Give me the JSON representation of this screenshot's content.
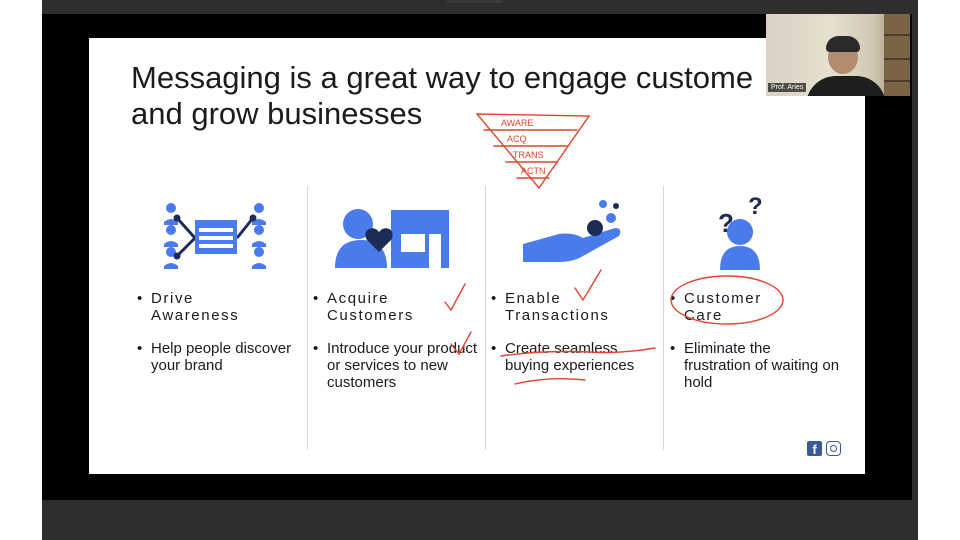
{
  "presenter": {
    "name_label": "Prof. Aries"
  },
  "slide": {
    "title_line1": "Messaging is a great way to engage custome",
    "title_line2": "and grow businesses",
    "columns": [
      {
        "heading_line1": "Drive",
        "heading_line2": "Awareness",
        "description": "Help people discover your brand",
        "icon": "awareness-network-icon"
      },
      {
        "heading_line1": "Acquire",
        "heading_line2": "Customers",
        "description": "Introduce your product or services to new customers",
        "icon": "person-heart-store-icon"
      },
      {
        "heading_line1": "Enable",
        "heading_line2": "Transactions",
        "description": "Create seamless buying experiences",
        "icon": "hand-coins-icon"
      },
      {
        "heading_line1": "Customer",
        "heading_line2": "Care",
        "description": "Eliminate the frustration of waiting on hold",
        "icon": "person-question-icon"
      }
    ],
    "bullet": "•",
    "social_icons": [
      "facebook-icon",
      "instagram-icon"
    ],
    "facebook_glyph": "f"
  },
  "annotations": {
    "funnel_labels": [
      "AWARE",
      "ACQ",
      "TRANS",
      "ACTN"
    ],
    "ink_color": "#e0442e"
  },
  "colors": {
    "icon_blue": "#4a7bea",
    "icon_dark": "#1e2b57",
    "text": "#1b1b1b"
  }
}
